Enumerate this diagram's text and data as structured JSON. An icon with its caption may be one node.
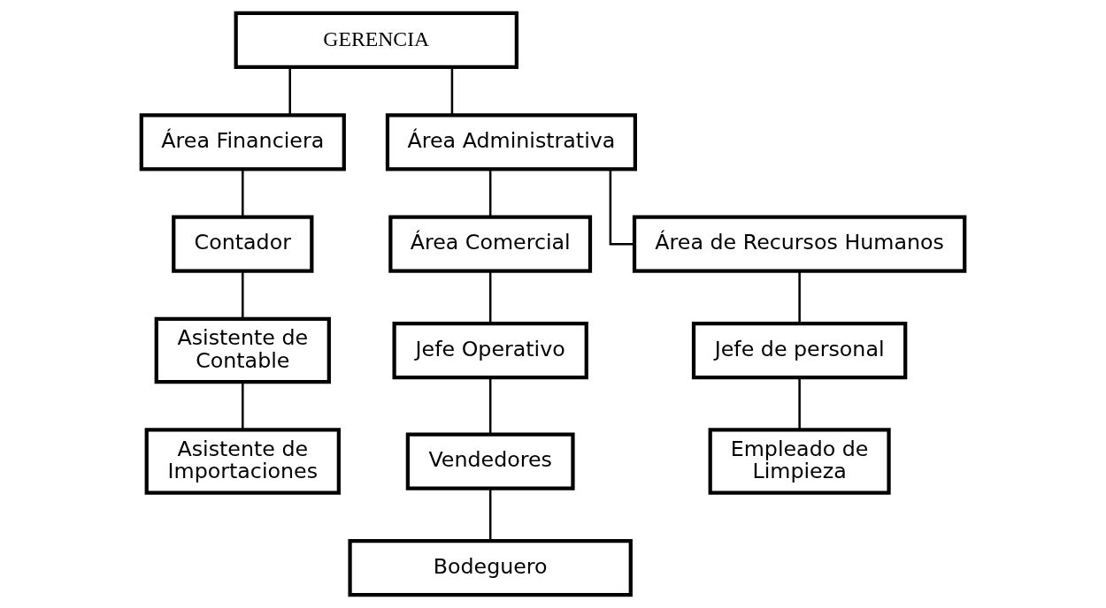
{
  "diagram": {
    "nodes": [
      {
        "text": [
          "GERENCIA"
        ]
      },
      {
        "text": [
          "Área Financiera"
        ]
      },
      {
        "text": [
          "Área Administrativa"
        ]
      },
      {
        "text": [
          "Contador"
        ]
      },
      {
        "text": [
          "Área Comercial"
        ]
      },
      {
        "text": [
          "Área de Recursos Humanos"
        ]
      },
      {
        "text": [
          "Asistente de Contable"
        ]
      },
      {
        "text": [
          "Jefe Operativo"
        ]
      },
      {
        "text": [
          "Jefe de personal"
        ]
      },
      {
        "text": [
          "Asistente de Importaciones"
        ]
      },
      {
        "text": [
          "Vendedores"
        ]
      },
      {
        "text": [
          "Empleado de Limpieza"
        ]
      },
      {
        "text": [
          "Bodeguero"
        ]
      }
    ],
    "edges": [
      {
        "from": 0,
        "to": 1,
        "arrow": "none"
      },
      {
        "from": 0,
        "to": 2,
        "arrow": "none"
      },
      {
        "from": 1,
        "to": 3,
        "arrow": "none"
      },
      {
        "from": 2,
        "to": 4,
        "arrow": "none"
      },
      {
        "from": 2,
        "to": 5,
        "arrow": "none"
      },
      {
        "from": 3,
        "to": 6,
        "arrow": "none"
      },
      {
        "from": 4,
        "to": 7,
        "arrow": "none"
      },
      {
        "from": 5,
        "to": 8,
        "arrow": "none"
      },
      {
        "from": 6,
        "to": 9,
        "arrow": "none"
      },
      {
        "from": 7,
        "to": 10,
        "arrow": "none"
      },
      {
        "from": 8,
        "to": 11,
        "arrow": "none"
      },
      {
        "from": 10,
        "to": 12,
        "arrow": "none"
      }
    ]
  }
}
